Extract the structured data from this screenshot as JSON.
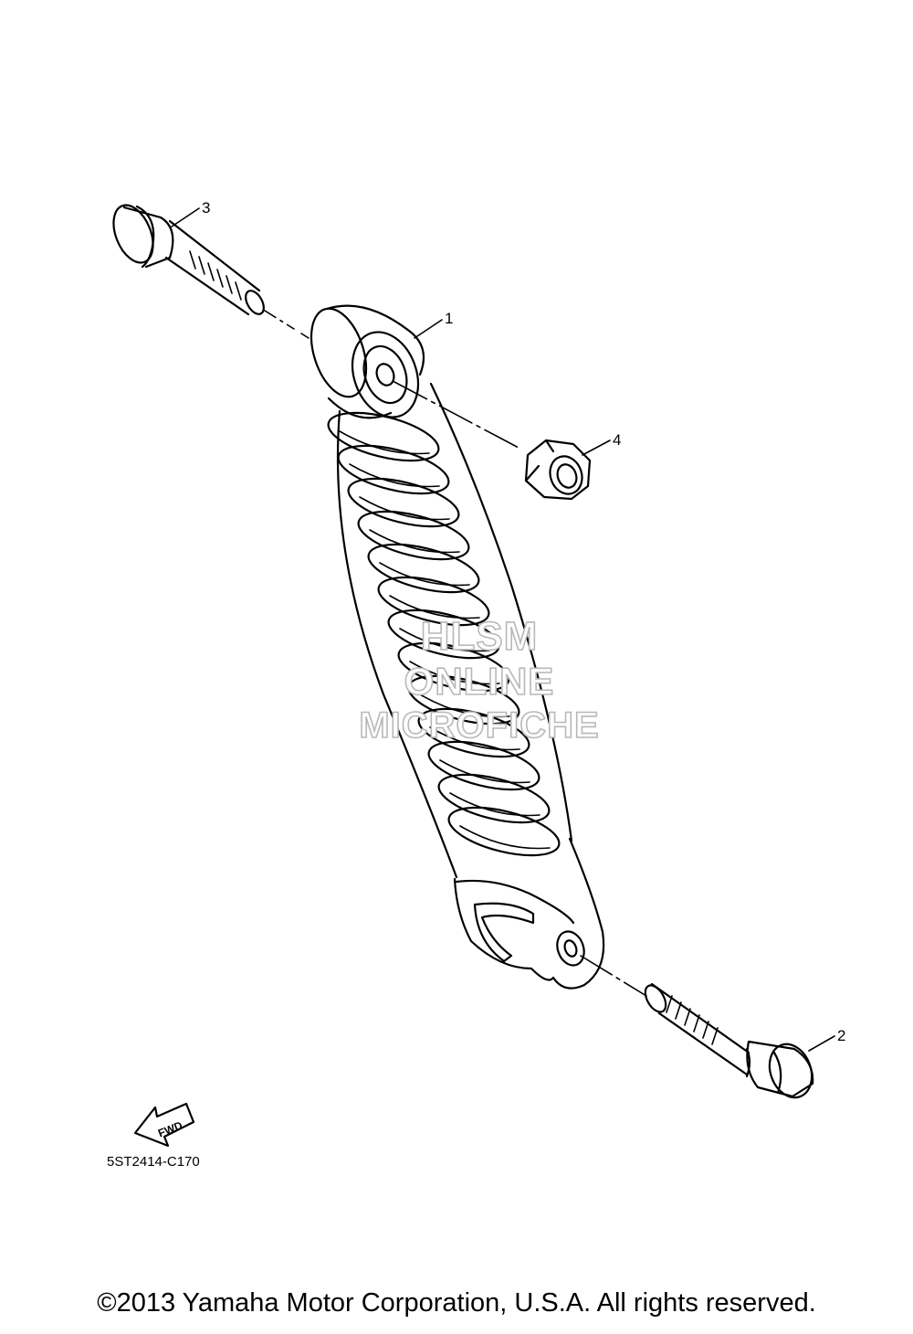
{
  "diagram": {
    "callouts": [
      {
        "id": "callout-1",
        "label": "1"
      },
      {
        "id": "callout-2",
        "label": "2"
      },
      {
        "id": "callout-3",
        "label": "3"
      },
      {
        "id": "callout-4",
        "label": "4"
      }
    ],
    "fwd_label": "FWD",
    "watermark": {
      "line1": "HLSM",
      "line2": "ONLINE",
      "line3": "MICROFICHE"
    },
    "drawing_code": "5ST2414-C170",
    "copyright": "©2013 Yamaha Motor Corporation, U.S.A. All rights reserved."
  }
}
